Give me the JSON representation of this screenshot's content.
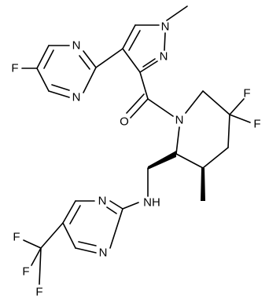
{
  "atoms": {
    "ch3_pyrazole": "",
    "n1_pyrazole": "N",
    "n2_pyrazole": "N",
    "n_pyrimidine_top_a": "N",
    "n_pyrimidine_top_b": "N",
    "f_pyrimidine_top": "F",
    "o_carbonyl": "O",
    "n_piperidine": "N",
    "f_gem_1": "F",
    "f_gem_2": "F",
    "nh_amine": "NH",
    "n_pyrimidine_bottom_a": "N",
    "n_pyrimidine_bottom_b": "N",
    "f_cf3_1": "F",
    "f_cf3_2": "F",
    "f_cf3_3": "F"
  },
  "colors": {
    "ink": "#000000",
    "background": "#ffffff"
  }
}
